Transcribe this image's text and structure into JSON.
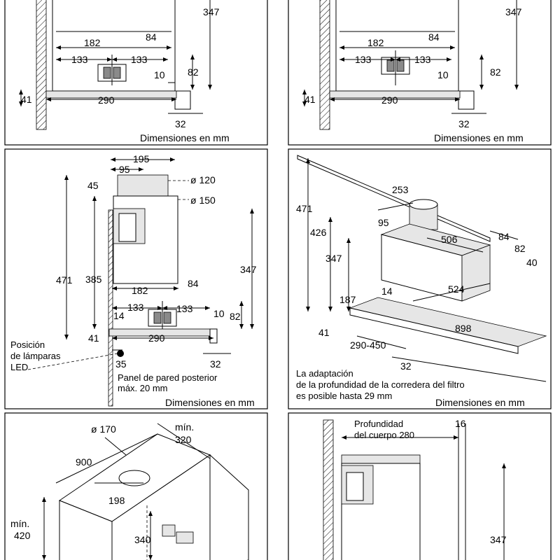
{
  "caption": "Dimensiones en mm",
  "panel_top": {
    "dims": {
      "h347": "347",
      "w182": "182",
      "w84": "84",
      "w133a": "133",
      "w133b": "133",
      "h82": "82",
      "w10": "10",
      "h41": "41",
      "w290": "290",
      "w32": "32"
    }
  },
  "panel_side": {
    "dims": {
      "w195": "195",
      "w95": "95",
      "d120": "ø 120",
      "h45": "45",
      "d150": "ø 150",
      "h471": "471",
      "h385": "385",
      "h347": "347",
      "w182": "182",
      "w84": "84",
      "w133a": "133",
      "w133b": "133",
      "w14": "14",
      "w10": "10",
      "h82": "82",
      "h41": "41",
      "w290": "290",
      "w35": "35",
      "w32": "32"
    },
    "led_label": [
      "Posición",
      "de lámparas",
      "LED"
    ],
    "panel_note": [
      "Panel de pared posterior",
      "máx. 20 mm"
    ]
  },
  "panel_iso": {
    "dims": {
      "h471": "471",
      "w253": "253",
      "h426": "426",
      "w95": "95",
      "w506": "506",
      "h347": "347",
      "w84": "84",
      "w82": "82",
      "w40": "40",
      "w14": "14",
      "w524": "524",
      "w187": "187",
      "w898": "898",
      "h41": "41",
      "w290_450": "290-450",
      "w32": "32"
    },
    "note": [
      "La adaptación",
      "de la profundidad de la corredera del filtro",
      "es posible hasta 29 mm"
    ]
  },
  "panel_cabinet": {
    "dims": {
      "d170": "ø 170",
      "min": "mín.",
      "w320": "320",
      "w900": "900",
      "w198": "198",
      "min2": "mín.",
      "h420": "420",
      "h340": "340"
    }
  },
  "panel_body": {
    "label": [
      "Profundidad",
      "del cuerpo 280"
    ],
    "dims": {
      "w16": "16",
      "h347": "347"
    }
  }
}
